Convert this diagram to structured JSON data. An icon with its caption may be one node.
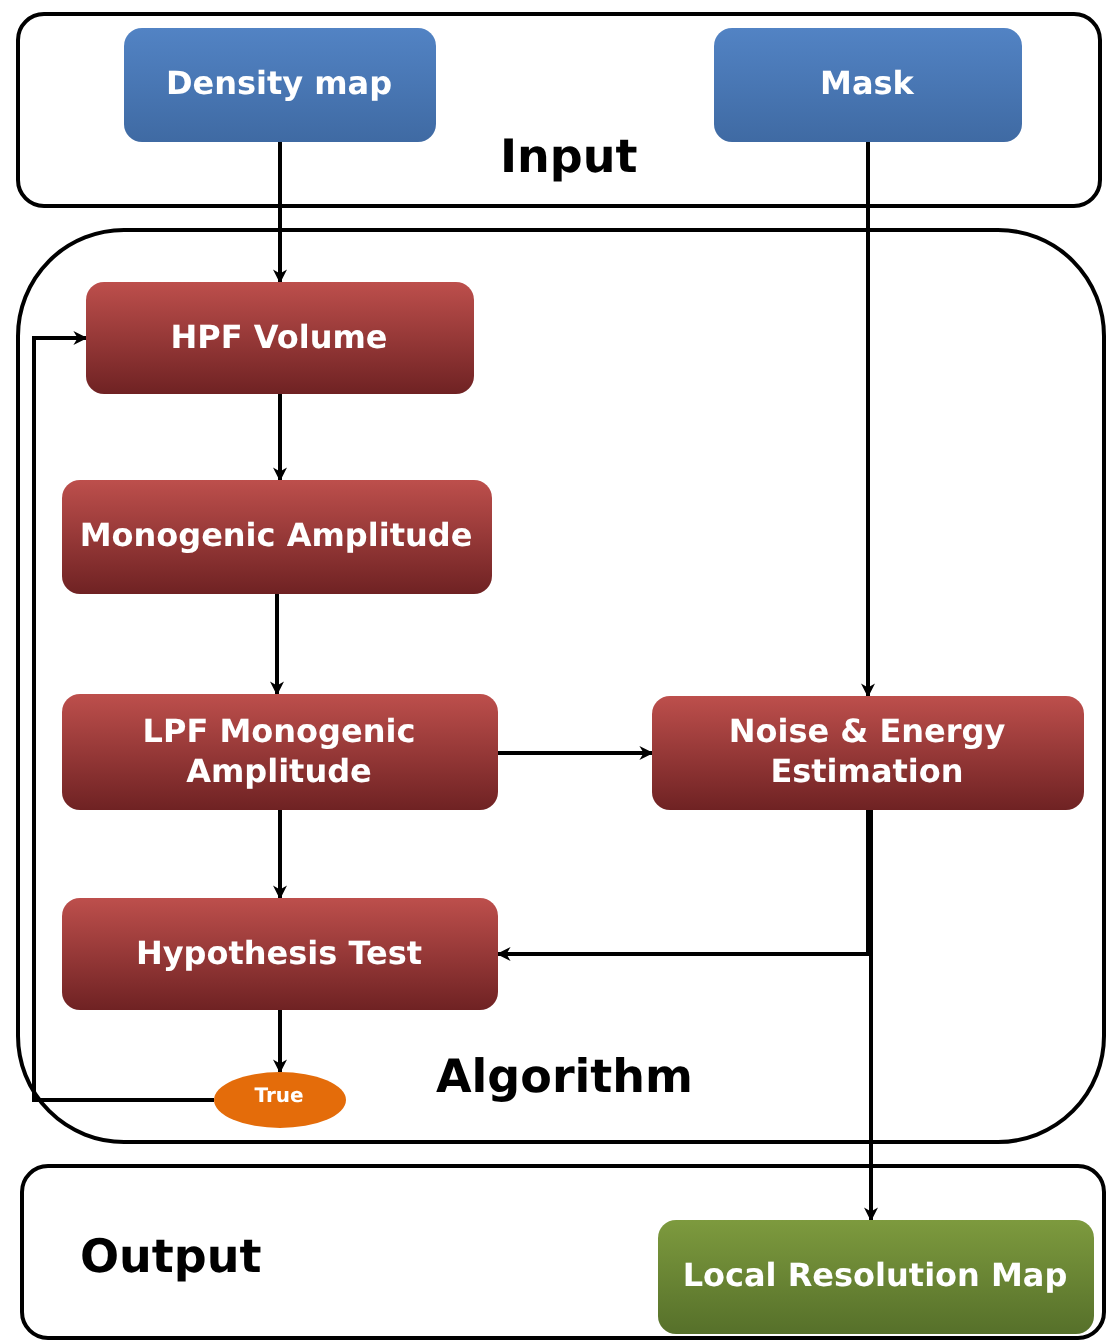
{
  "diagram": {
    "nodes": [
      {
        "text": [
          "Input"
        ]
      },
      {
        "text": [
          "Density map"
        ],
        "in": 0
      },
      {
        "text": [
          "Mask"
        ],
        "in": 0
      },
      {
        "text": [
          "Algorithm"
        ]
      },
      {
        "text": [
          "HPF Volume"
        ],
        "in": 3
      },
      {
        "text": [
          "Monogenic Amplitude"
        ],
        "in": 3
      },
      {
        "text": [
          "LPF Monogenic Amplitude"
        ],
        "in": 3
      },
      {
        "text": [
          "Noise & Energy Estimation"
        ],
        "in": 3
      },
      {
        "text": [
          "Hypothesis Test"
        ],
        "in": 3
      },
      {
        "text": [
          "True"
        ],
        "in": 3
      },
      {
        "text": [
          "Output"
        ]
      },
      {
        "text": [
          "Local Resolution Map"
        ],
        "in": 10
      }
    ],
    "edges": [
      {
        "from": 1,
        "to": 4,
        "arrow": "to"
      },
      {
        "from": 4,
        "to": 5,
        "arrow": "to"
      },
      {
        "from": 5,
        "to": 6,
        "arrow": "to"
      },
      {
        "from": 6,
        "to": 8,
        "arrow": "to"
      },
      {
        "from": 6,
        "to": 7,
        "arrow": "to"
      },
      {
        "from": 2,
        "to": 7,
        "arrow": "to"
      },
      {
        "from": 7,
        "to": 8,
        "arrow": "to"
      },
      {
        "from": 7,
        "to": 11,
        "arrow": "to"
      },
      {
        "from": 8,
        "to": 9,
        "arrow": "to"
      },
      {
        "from": 9,
        "to": 4,
        "arrow": "to"
      }
    ]
  }
}
